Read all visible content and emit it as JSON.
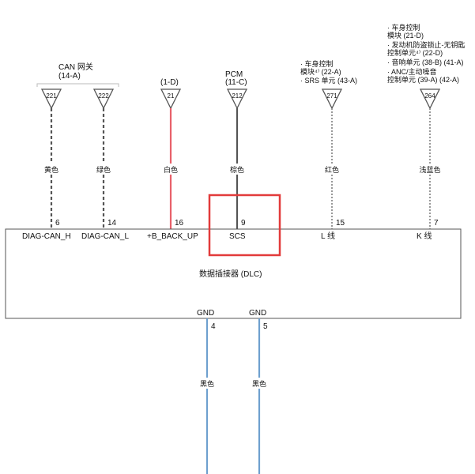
{
  "connectors": [
    {
      "pin": "6",
      "label": "DIAG-CAN_H",
      "wire_color_name": "黄色",
      "term": "221",
      "stroke": "#555555",
      "dash": "4,3"
    },
    {
      "pin": "14",
      "label": "DIAG-CAN_L",
      "wire_color_name": "绿色",
      "term": "222",
      "stroke": "#555555",
      "dash": "4,3"
    },
    {
      "pin": "16",
      "label": "+B_BACK_UP",
      "wire_color_name": "白色",
      "term": "21",
      "stroke": "#e8606a",
      "dash": ""
    },
    {
      "pin": "9",
      "label": "SCS",
      "wire_color_name": "棕色",
      "term": "212",
      "stroke": "#555555",
      "dash": ""
    },
    {
      "pin": "15",
      "label": "L 线",
      "wire_color_name": "红色",
      "term": "271",
      "stroke": "#9a9a9a",
      "dash": "2,2"
    },
    {
      "pin": "7",
      "label": "K 线",
      "wire_color_name": "浅蓝色",
      "term": "264",
      "stroke": "#9a9a9a",
      "dash": "2,2"
    }
  ],
  "top_labels": {
    "can": [
      "CAN 网关",
      "(14-A)"
    ],
    "pin16": [
      "(1-D)"
    ],
    "pcm": [
      "PCM",
      "(11-C)"
    ],
    "l_line": [
      "· 车身控制",
      "模块⁴⁾ (22-A)",
      "· SRS 单元 (43-A)"
    ],
    "k_line": [
      "· 车身控制",
      "模块 (21-D)",
      "· 发动机防盗锁止-无钥匙",
      "控制单元⁴⁾ (22-D)",
      "· 音响单元 (38-B) (41-A)",
      "· ANC/主动噪音",
      "控制单元 (39-A) (42-A)"
    ]
  },
  "box_label": "数据插接器 (DLC)",
  "ground": [
    {
      "label": "GND",
      "pin": "4",
      "wire_color_name": "黑色"
    },
    {
      "label": "GND",
      "pin": "5",
      "wire_color_name": "黑色"
    }
  ],
  "colors": {
    "ground_wire": "#6fa0cf",
    "highlight": "#e23b3b",
    "terminal": "#555555"
  }
}
